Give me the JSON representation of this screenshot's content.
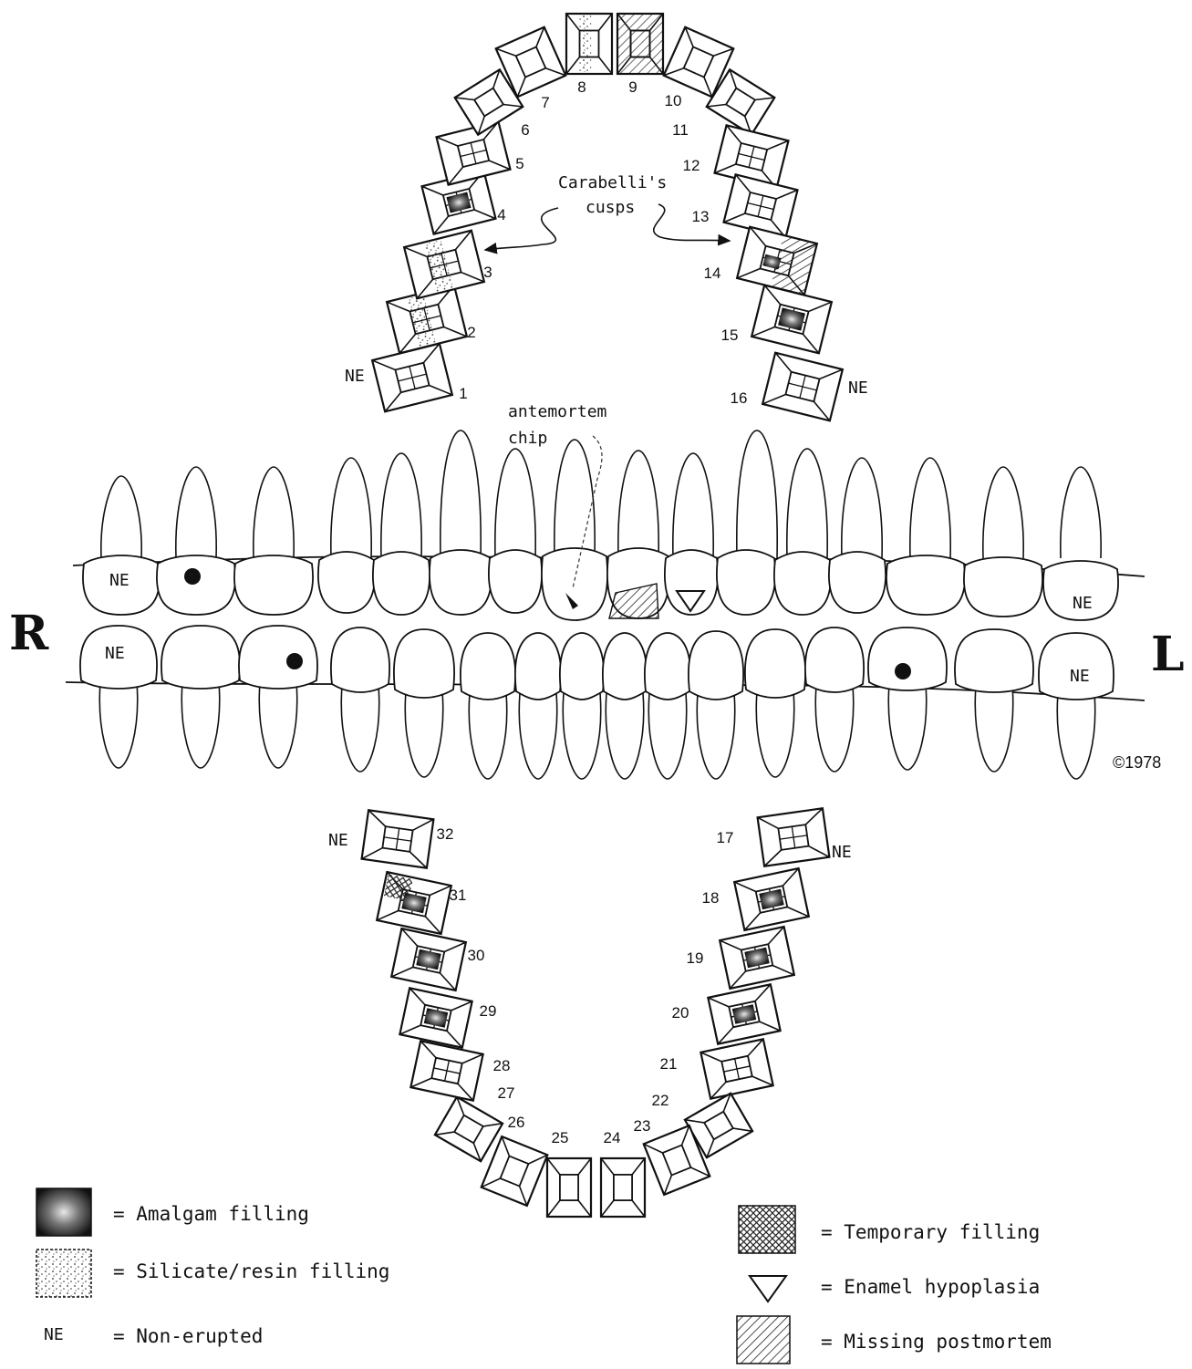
{
  "chart_data": {
    "type": "diagram",
    "side_labels": {
      "right": "R",
      "left": "L"
    },
    "upper_teeth": [
      {
        "number": "1",
        "note": "NE"
      },
      {
        "number": "2",
        "note": ""
      },
      {
        "number": "3",
        "note": ""
      },
      {
        "number": "4",
        "note": ""
      },
      {
        "number": "5",
        "note": ""
      },
      {
        "number": "6",
        "note": ""
      },
      {
        "number": "7",
        "note": ""
      },
      {
        "number": "8",
        "note": ""
      },
      {
        "number": "9",
        "note": ""
      },
      {
        "number": "10",
        "note": ""
      },
      {
        "number": "11",
        "note": ""
      },
      {
        "number": "12",
        "note": ""
      },
      {
        "number": "13",
        "note": ""
      },
      {
        "number": "14",
        "note": ""
      },
      {
        "number": "15",
        "note": ""
      },
      {
        "number": "16",
        "note": "NE"
      }
    ],
    "lower_teeth": [
      {
        "number": "17",
        "note": "NE"
      },
      {
        "number": "18",
        "note": ""
      },
      {
        "number": "19",
        "note": ""
      },
      {
        "number": "20",
        "note": ""
      },
      {
        "number": "21",
        "note": ""
      },
      {
        "number": "22",
        "note": ""
      },
      {
        "number": "23",
        "note": ""
      },
      {
        "number": "24",
        "note": ""
      },
      {
        "number": "25",
        "note": ""
      },
      {
        "number": "26",
        "note": ""
      },
      {
        "number": "27",
        "note": ""
      },
      {
        "number": "28",
        "note": ""
      },
      {
        "number": "29",
        "note": ""
      },
      {
        "number": "30",
        "note": ""
      },
      {
        "number": "31",
        "note": ""
      },
      {
        "number": "32",
        "note": "NE"
      }
    ],
    "annotations": {
      "carabelli_line1": "Carabelli's",
      "carabelli_line2": "cusps",
      "chip_line1": "antemortem",
      "chip_line2": "chip",
      "ne": "NE",
      "copyright": "©1978"
    },
    "legend": [
      {
        "key": "amalgam",
        "label": "= Amalgam filling"
      },
      {
        "key": "silicate",
        "label": "= Silicate/resin filling"
      },
      {
        "key": "ne",
        "symbol": "NE",
        "label": "= Non-erupted"
      },
      {
        "key": "temporary",
        "label": "= Temporary filling"
      },
      {
        "key": "hypoplasia",
        "label": "= Enamel hypoplasia"
      },
      {
        "key": "missing",
        "label": "= Missing postmortem"
      }
    ]
  }
}
